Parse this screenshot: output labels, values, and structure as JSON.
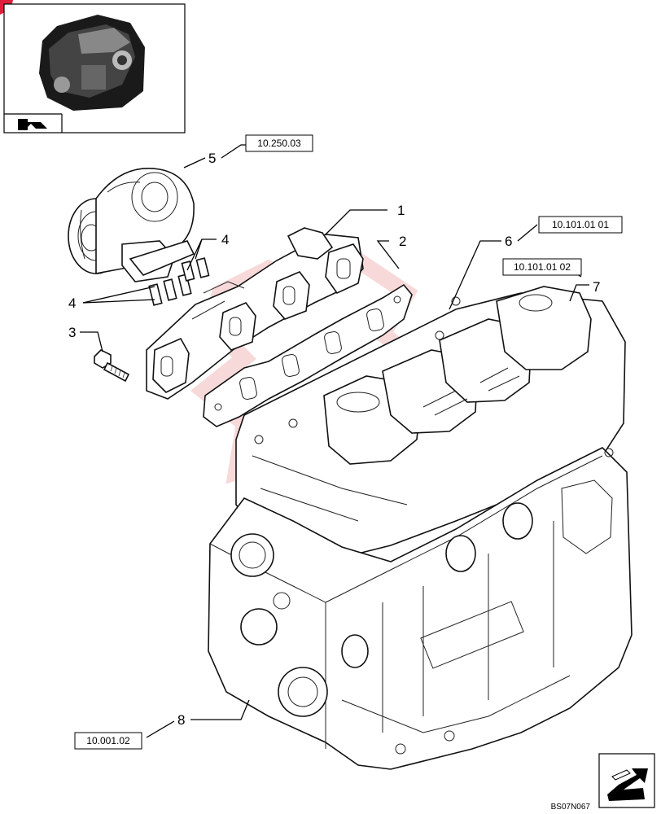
{
  "figure_code": "BS07N067",
  "callouts": [
    {
      "id": "1",
      "label": "1"
    },
    {
      "id": "2",
      "label": "2"
    },
    {
      "id": "3",
      "label": "3"
    },
    {
      "id": "4a",
      "label": "4"
    },
    {
      "id": "4b",
      "label": "4"
    },
    {
      "id": "5",
      "label": "5"
    },
    {
      "id": "6",
      "label": "6"
    },
    {
      "id": "7",
      "label": "7"
    },
    {
      "id": "8",
      "label": "8"
    }
  ],
  "references": {
    "turbo": "10.250.03",
    "head_a": "10.101.01 01",
    "head_b": "10.101.01 02",
    "block": "10.001.02"
  },
  "icons": {
    "thumbnail": "engine-thumbnail-icon",
    "back_nav": "back-arrow-icon",
    "next_nav": "next-arrow-icon",
    "corner_mark": "corner-marker-icon"
  },
  "colors": {
    "accent": "#e0203a",
    "watermark": "#f2b9b9"
  }
}
